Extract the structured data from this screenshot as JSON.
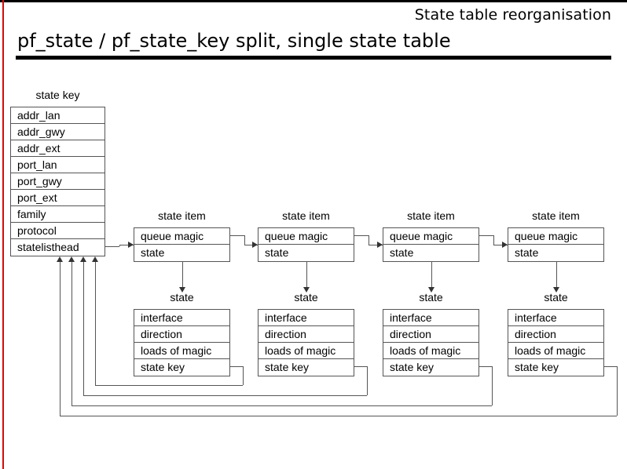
{
  "header": {
    "deck_title": "State table reorganisation",
    "slide_title": "pf_state / pf_state_key split, single state table",
    "accent_color": "#ee0000",
    "rule_color": "#000000"
  },
  "diagram": {
    "state_key": {
      "label": "state key",
      "fields": [
        "addr_lan",
        "addr_gwy",
        "addr_ext",
        "port_lan",
        "port_gwy",
        "port_ext",
        "family",
        "protocol",
        "statelisthead"
      ]
    },
    "columns": [
      {
        "item_label": "state item",
        "item_fields": [
          "queue magic",
          "state"
        ],
        "state_label": "state",
        "state_fields": [
          "interface",
          "direction",
          "loads of magic",
          "state key"
        ]
      },
      {
        "item_label": "state item",
        "item_fields": [
          "queue magic",
          "state"
        ],
        "state_label": "state",
        "state_fields": [
          "interface",
          "direction",
          "loads of magic",
          "state key"
        ]
      },
      {
        "item_label": "state item",
        "item_fields": [
          "queue magic",
          "state"
        ],
        "state_label": "state",
        "state_fields": [
          "interface",
          "direction",
          "loads of magic",
          "state key"
        ]
      },
      {
        "item_label": "state item",
        "item_fields": [
          "queue magic",
          "state"
        ],
        "state_label": "state",
        "state_fields": [
          "interface",
          "direction",
          "loads of magic",
          "state key"
        ]
      }
    ],
    "line_color": "#555555",
    "arrow_color": "#333333"
  }
}
